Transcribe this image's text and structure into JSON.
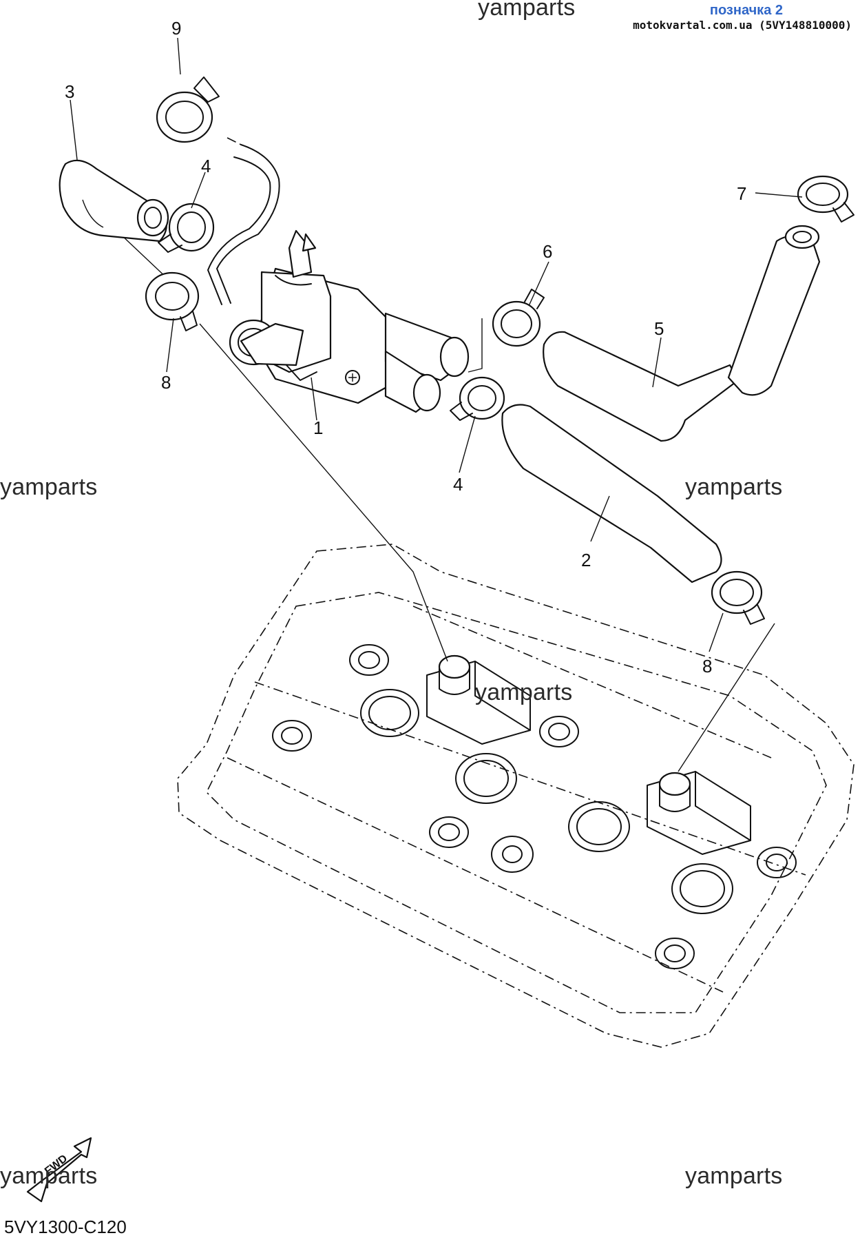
{
  "watermark": "yamparts",
  "badge": {
    "title": "позначка 2",
    "source": "motokvartal.com.ua (5VY148810000)"
  },
  "fwd_label": "FWD",
  "diagram_code": "5VY1300-C120",
  "callouts": [
    "1",
    "2",
    "3",
    "4",
    "4",
    "5",
    "6",
    "7",
    "8",
    "8",
    "9"
  ]
}
